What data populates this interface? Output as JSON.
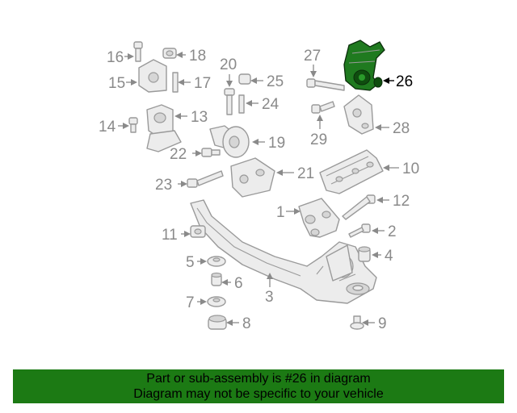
{
  "callouts": {
    "c1": "1",
    "c2": "2",
    "c3": "3",
    "c4": "4",
    "c5": "5",
    "c6": "6",
    "c7": "7",
    "c8": "8",
    "c9": "9",
    "c10": "10",
    "c11": "11",
    "c12": "12",
    "c13": "13",
    "c14": "14",
    "c15": "15",
    "c16": "16",
    "c17": "17",
    "c18": "18",
    "c19": "19",
    "c20": "20",
    "c21": "21",
    "c22": "22",
    "c23": "23",
    "c24": "24",
    "c25": "25",
    "c26": "26",
    "c27": "27",
    "c28": "28",
    "c29": "29"
  },
  "highlighted_part": "26",
  "colors": {
    "highlight_fill": "#1f7a1f",
    "banner_background": "#1c7a14",
    "line_art": "#9a9a9a"
  },
  "banner": {
    "line1": "Part or sub-assembly is #26 in diagram",
    "line2": "Diagram may not be specific to your vehicle"
  }
}
